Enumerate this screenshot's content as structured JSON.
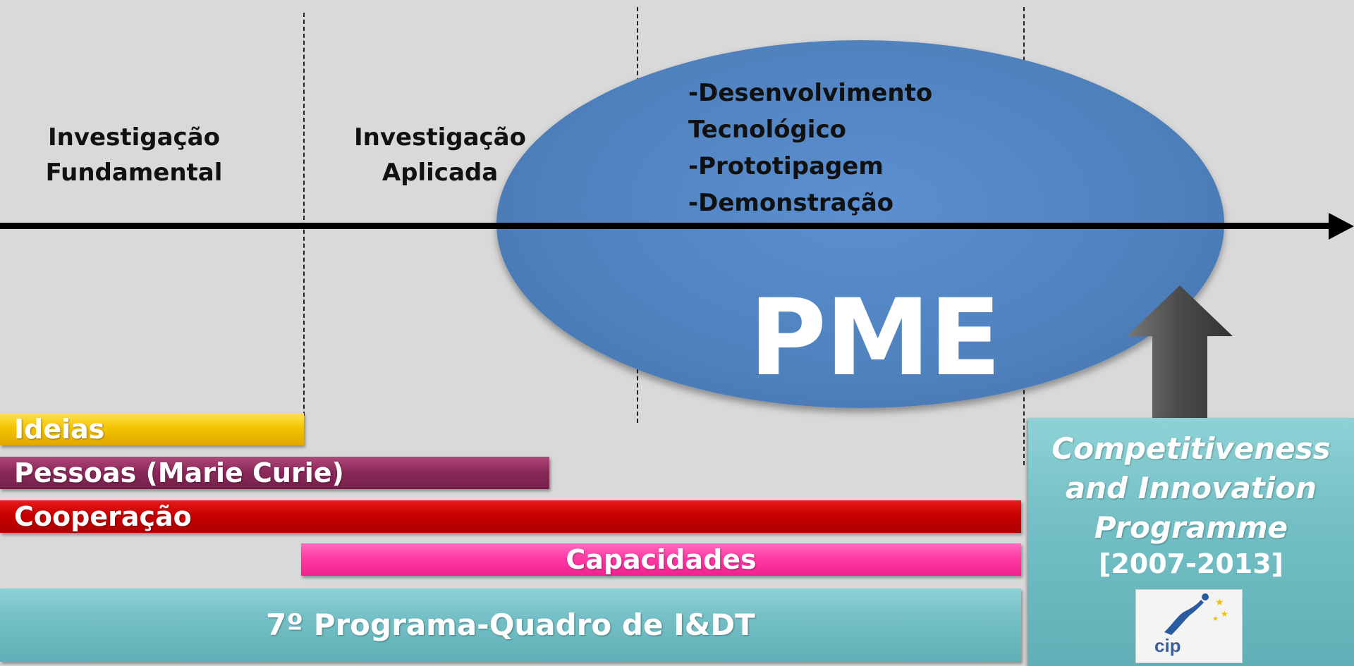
{
  "stages": {
    "fundamental_line1": "Investigação",
    "fundamental_line2": "Fundamental",
    "aplicada_line1": "Investigação",
    "aplicada_line2": "Aplicada"
  },
  "development": {
    "items": [
      "-Desenvolvimento",
      "Tecnológico",
      "-Prototipagem",
      "-Demonstração"
    ]
  },
  "pme_label": "PME",
  "programmes": {
    "ideias": "Ideias",
    "pessoas": "Pessoas (Marie Curie)",
    "cooperacao": "Cooperação",
    "capacidades": "Capacidades",
    "framework": "7º Programa-Quadro de I&DT"
  },
  "cip": {
    "title_line1": "Competitiveness",
    "title_line2": "and Innovation",
    "title_line3": "Programme",
    "years": "[2007-2013]",
    "logo_text": "cip"
  },
  "colors": {
    "background": "#d9d9d9",
    "ellipse": "#4f81bd",
    "ideias": "#f5c400",
    "pessoas": "#8b2a5a",
    "cooperacao": "#c80000",
    "capacidades": "#ff3aa3",
    "teal": "#74c0c6",
    "arrow": "#555555"
  }
}
